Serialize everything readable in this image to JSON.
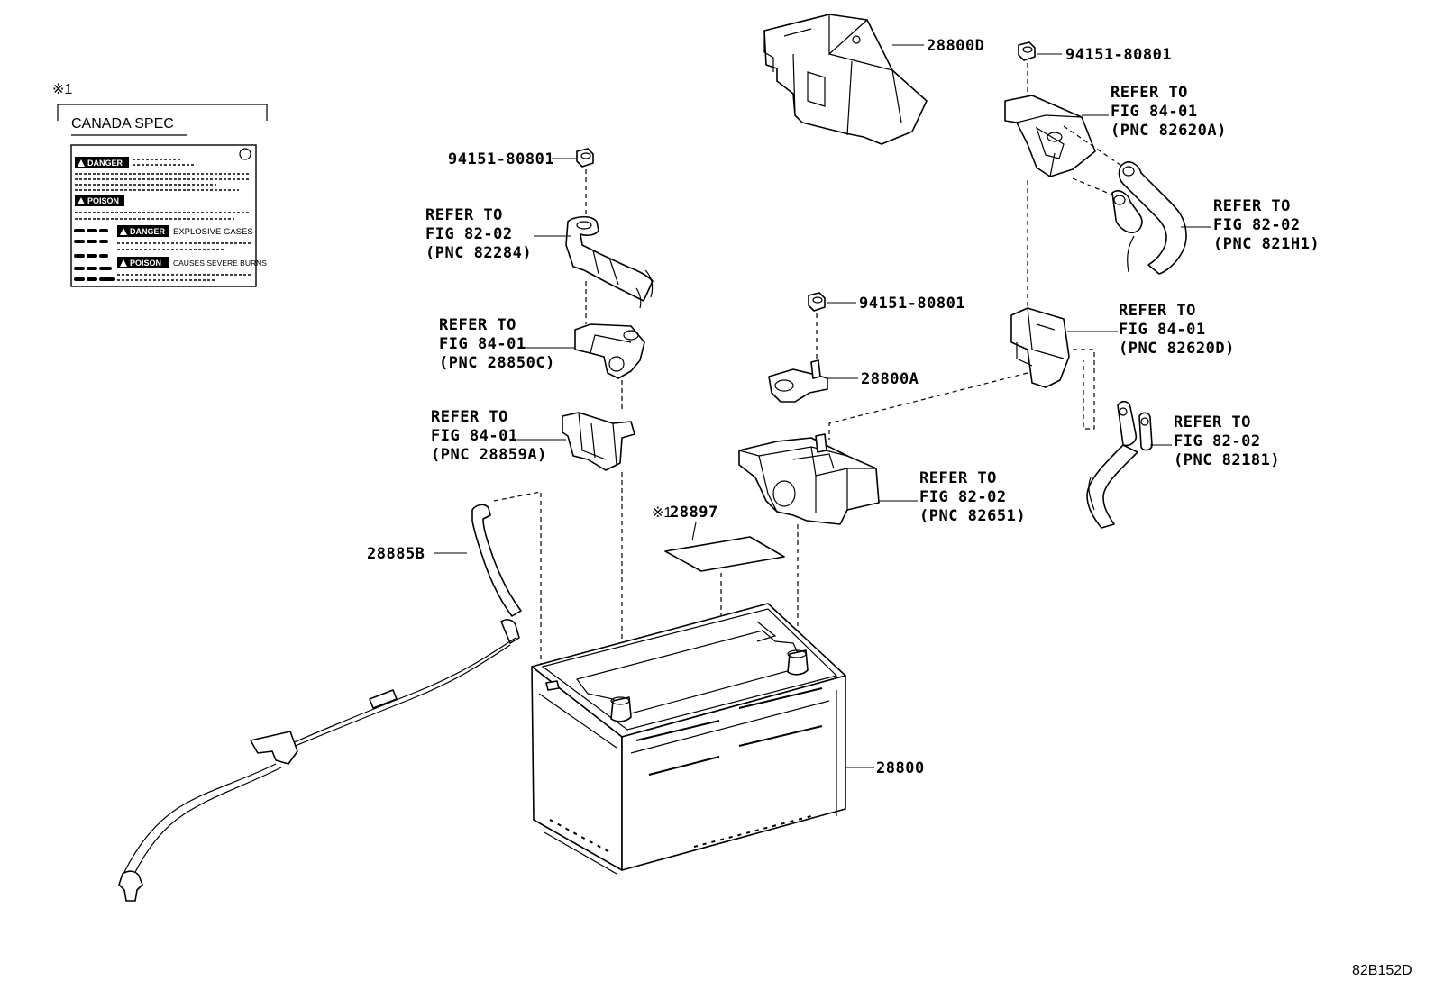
{
  "sheet_code": "82B152D",
  "note_marker": "※1",
  "canada_spec": {
    "marker": "※1",
    "title": "CANADA SPEC",
    "label_tags": {
      "danger": "DANGER",
      "poison": "POISON",
      "danger2": "DANGER",
      "danger2_text": "EXPLOSIVE GASES",
      "poison2": "POISON",
      "poison2_text": "CAUSES SEVERE BURNS"
    }
  },
  "callouts": {
    "p28800D": "28800D",
    "nut_top_right": "94151-80801",
    "nut_left": "94151-80801",
    "nut_mid": "94151-80801",
    "p28800A": "28800A",
    "p28885B": "28885B",
    "p28897_marker": "※1",
    "p28897": "28897",
    "p28800": "28800"
  },
  "references": {
    "r82284": [
      "REFER TO",
      "FIG 82-02",
      "(PNC 82284)"
    ],
    "r28850C": [
      "REFER TO",
      "FIG 84-01",
      "(PNC 28850C)"
    ],
    "r28859A": [
      "REFER TO",
      "FIG 84-01",
      "(PNC 28859A)"
    ],
    "r82620A": [
      "REFER TO",
      "FIG 84-01",
      "(PNC 82620A)"
    ],
    "r821H1": [
      "REFER TO",
      "FIG 82-02",
      "(PNC 821H1)"
    ],
    "r82620D": [
      "REFER TO",
      "FIG 84-01",
      "(PNC 82620D)"
    ],
    "r82181": [
      "REFER TO",
      "FIG 82-02",
      "(PNC 82181)"
    ],
    "r82651": [
      "REFER TO",
      "FIG 82-02",
      "(PNC 82651)"
    ]
  }
}
